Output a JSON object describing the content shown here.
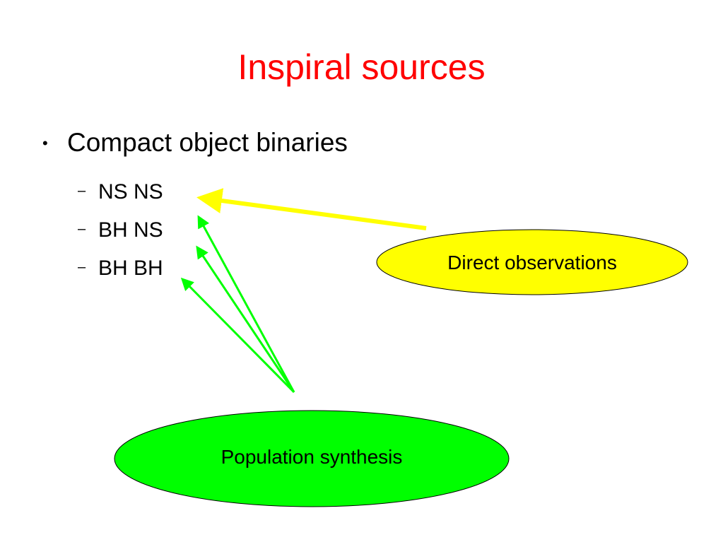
{
  "title": "Inspiral sources",
  "bullet": {
    "marker": "•",
    "text": "Compact object binaries"
  },
  "sub_items": [
    {
      "marker": "–",
      "text": "NS NS"
    },
    {
      "marker": "–",
      "text": "BH NS"
    },
    {
      "marker": "–",
      "text": "BH BH"
    }
  ],
  "callouts": {
    "direct": {
      "label": "Direct observations",
      "fill": "#ffff00",
      "arrow_color": "#ffff00"
    },
    "population": {
      "label": "Population synthesis",
      "fill": "#00ff00",
      "arrow_color": "#00ff00"
    }
  },
  "colors": {
    "title": "#ff0000",
    "text": "#000000",
    "background": "#ffffff"
  }
}
